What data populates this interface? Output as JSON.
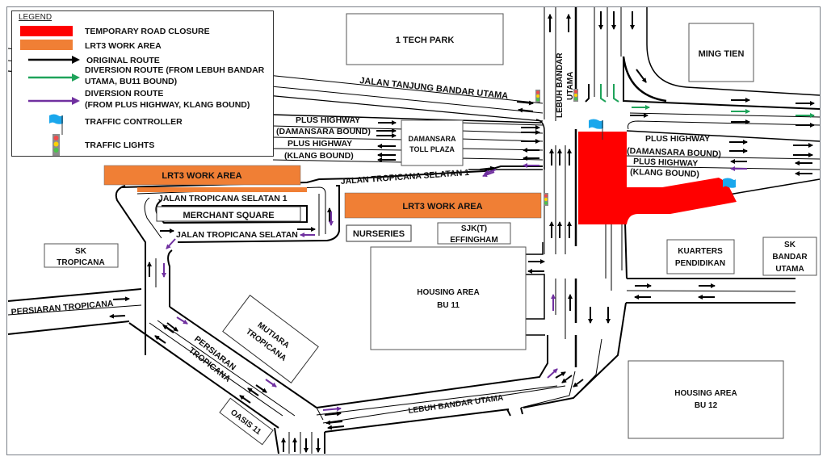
{
  "legend": {
    "title": "LEGEND",
    "items": [
      {
        "label": "TEMPORARY ROAD CLOSURE",
        "symbol": "red-fill",
        "color": "#ff0000"
      },
      {
        "label": "LRT3 WORK AREA",
        "symbol": "orange-fill",
        "color": "#f07f35"
      },
      {
        "label": "ORIGINAL ROUTE",
        "symbol": "black-arrow",
        "color": "#000000"
      },
      {
        "label": "DIVERSION ROUTE (FROM LEBUH BANDAR",
        "label2": "UTAMA, BU11 BOUND)",
        "symbol": "green-arrow",
        "color": "#1fa35a"
      },
      {
        "label": "DIVERSION ROUTE",
        "label2": "(FROM PLUS HIGHWAY, KLANG BOUND)",
        "symbol": "purple-arrow",
        "color": "#7030a0"
      },
      {
        "label": "TRAFFIC CONTROLLER",
        "symbol": "blue-flag",
        "color": "#1aa7ec"
      },
      {
        "label": "TRAFFIC LIGHTS",
        "symbol": "traffic-light",
        "color": "#8c8c8c"
      }
    ]
  },
  "colors": {
    "closure": "#ff0000",
    "lrt3": "#f07f35",
    "original": "#000000",
    "diversion_bu11": "#1fa35a",
    "diversion_klang": "#7030a0",
    "flag": "#1aa7ec"
  },
  "buildings": {
    "tech_park": "1 TECH PARK",
    "ming_tien": "MING TIEN",
    "toll_plaza_1": "DAMANSARA",
    "toll_plaza_2": "TOLL PLAZA",
    "merchant_square": "MERCHANT SQUARE",
    "sk_tropicana_1": "SK",
    "sk_tropicana_2": "TROPICANA",
    "nurseries": "NURSERIES",
    "sjkt_1": "SJK(T)",
    "sjkt_2": "EFFINGHAM",
    "housing_bu11_1": "HOUSING AREA",
    "housing_bu11_2": "BU 11",
    "kuarters_1": "KUARTERS",
    "kuarters_2": "PENDIDIKAN",
    "sk_bandar_1": "SK",
    "sk_bandar_2": "BANDAR",
    "sk_bandar_3": "UTAMA",
    "mutiara_1": "MUTIARA",
    "mutiara_2": "TROPICANA",
    "oasis": "OASIS 11",
    "housing_bu12_1": "HOUSING AREA",
    "housing_bu12_2": "BU 12"
  },
  "work_areas": {
    "left": "LRT3 WORK AREA",
    "center": "LRT3 WORK AREA"
  },
  "roads": {
    "jalan_tanjung": "JALAN TANJUNG BANDAR UTAMA",
    "plus_damansara_w1": "PLUS HIGHWAY",
    "plus_damansara_w2": "(DAMANSARA BOUND)",
    "plus_klang_w1": "PLUS HIGHWAY",
    "plus_klang_w2": "(KLANG BOUND)",
    "plus_damansara_e1": "PLUS HIGHWAY",
    "plus_damansara_e2": "(DAMANSARA BOUND)",
    "plus_klang_e1": "PLUS HIGHWAY",
    "plus_klang_e2": "(KLANG BOUND)",
    "jts1_upper": "JALAN TROPICANA SELATAN 1",
    "jts1_lower": "JALAN TROPICANA SELATAN 1",
    "jts": "JALAN TROPICANA SELATAN",
    "lebuh_bandar_v1": "LEBUH BANDAR",
    "lebuh_bandar_v2": "UTAMA",
    "lebuh_bandar_h": "LEBUH BANDAR UTAMA",
    "persiaran_w": "PERSIARAN TROPICANA",
    "persiaran_d1": "PERSIARAN",
    "persiaran_d2": "TROPICANA"
  }
}
